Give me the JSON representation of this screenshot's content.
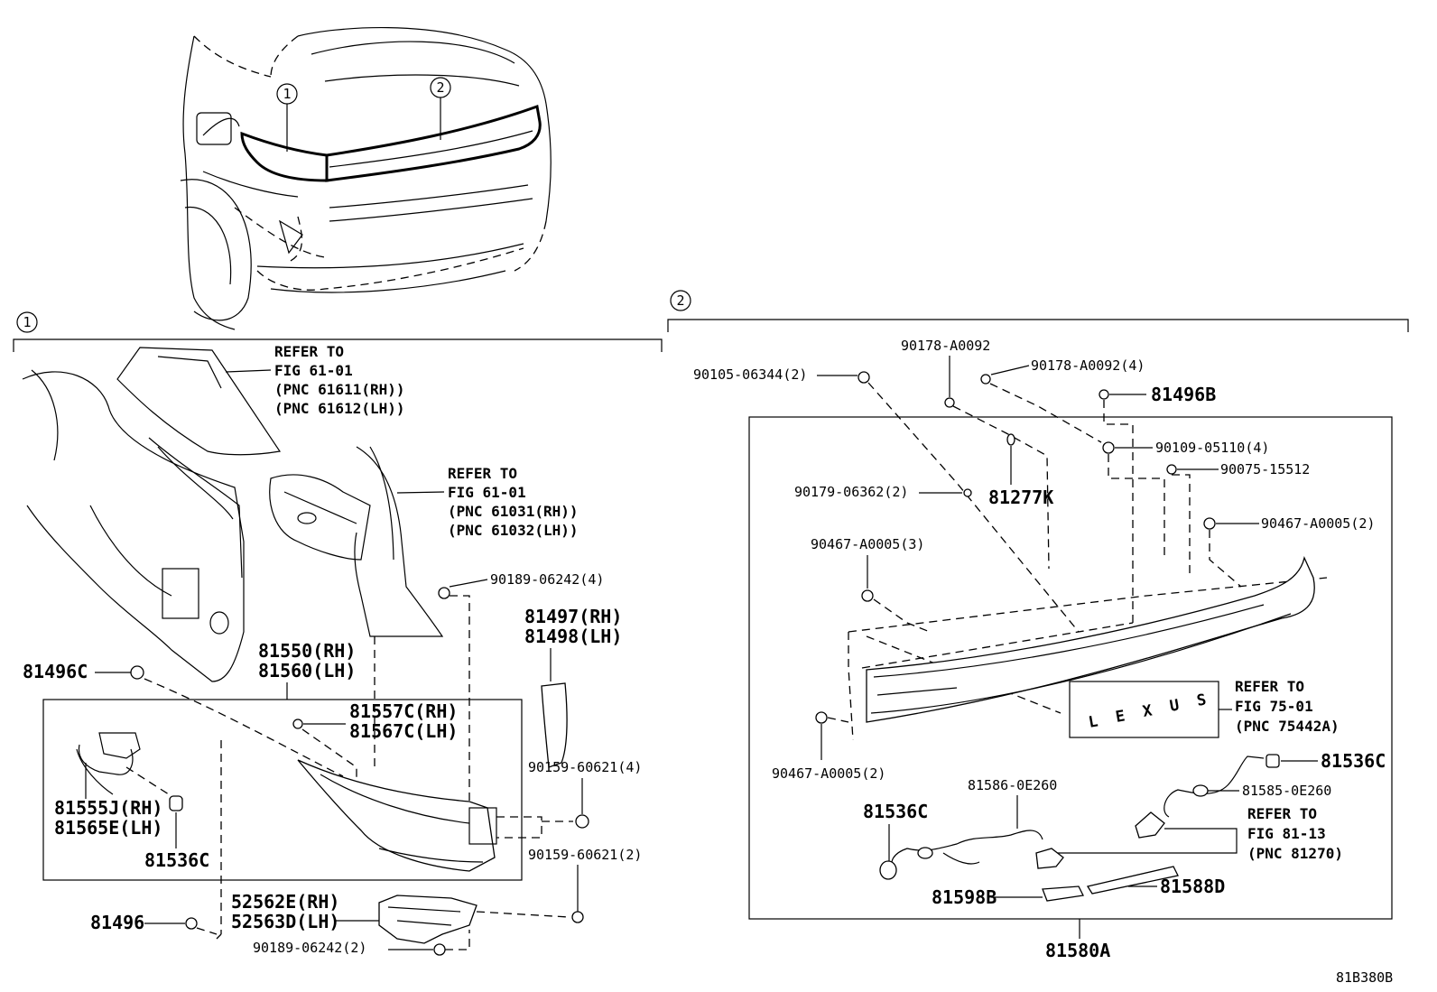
{
  "callouts": {
    "c1": "1",
    "c2": "2"
  },
  "section1": {
    "refer_a": [
      "REFER TO",
      "FIG 61-01",
      "(PNC 61611(RH))",
      "(PNC 61612(LH))"
    ],
    "refer_b": [
      "REFER TO",
      "FIG 61-01",
      "(PNC 61031(RH))",
      "(PNC 61032(LH))"
    ],
    "p_90189_06242_4": "90189-06242(4)",
    "p_81497": "81497(RH)",
    "p_81498": "81498(LH)",
    "p_81496C": "81496C",
    "p_81550": "81550(RH)",
    "p_81560": "81560(LH)",
    "p_81557C": "81557C(RH)",
    "p_81567C": "81567C(LH)",
    "p_90159_60621_4": "90159-60621(4)",
    "p_81555J": "81555J(RH)",
    "p_81565E": "81565E(LH)",
    "p_81536C": "81536C",
    "p_90159_60621_2": "90159-60621(2)",
    "p_52562E": "52562E(RH)",
    "p_52563D": "52563D(LH)",
    "p_81496": "81496",
    "p_90189_06242_2": "90189-06242(2)"
  },
  "section2": {
    "p_90178_A0092": "90178-A0092",
    "p_90105_06344_2": "90105-06344(2)",
    "p_90178_A0092_4": "90178-A0092(4)",
    "p_81496B": "81496B",
    "p_90109_05110_4": "90109-05110(4)",
    "p_90075_15512": "90075-15512",
    "p_90179_06362_2": "90179-06362(2)",
    "p_81277K": "81277K",
    "p_90467_A0005_2a": "90467-A0005(2)",
    "p_90467_A0005_3": "90467-A0005(3)",
    "emblem": [
      "L",
      "E",
      "X",
      "U",
      "S"
    ],
    "refer_c": [
      "REFER TO",
      "FIG 75-01",
      "(PNC 75442A)"
    ],
    "p_90467_A0005_2b": "90467-A0005(2)",
    "p_81536C_r": "81536C",
    "p_81586": "81586-0E260",
    "p_81585": "81585-0E260",
    "p_81536C_l": "81536C",
    "refer_d": [
      "REFER TO",
      "FIG 81-13",
      "(PNC 81270)"
    ],
    "p_81598B": "81598B",
    "p_81588D": "81588D",
    "p_81580A": "81580A"
  },
  "figure_code": "81B380B"
}
